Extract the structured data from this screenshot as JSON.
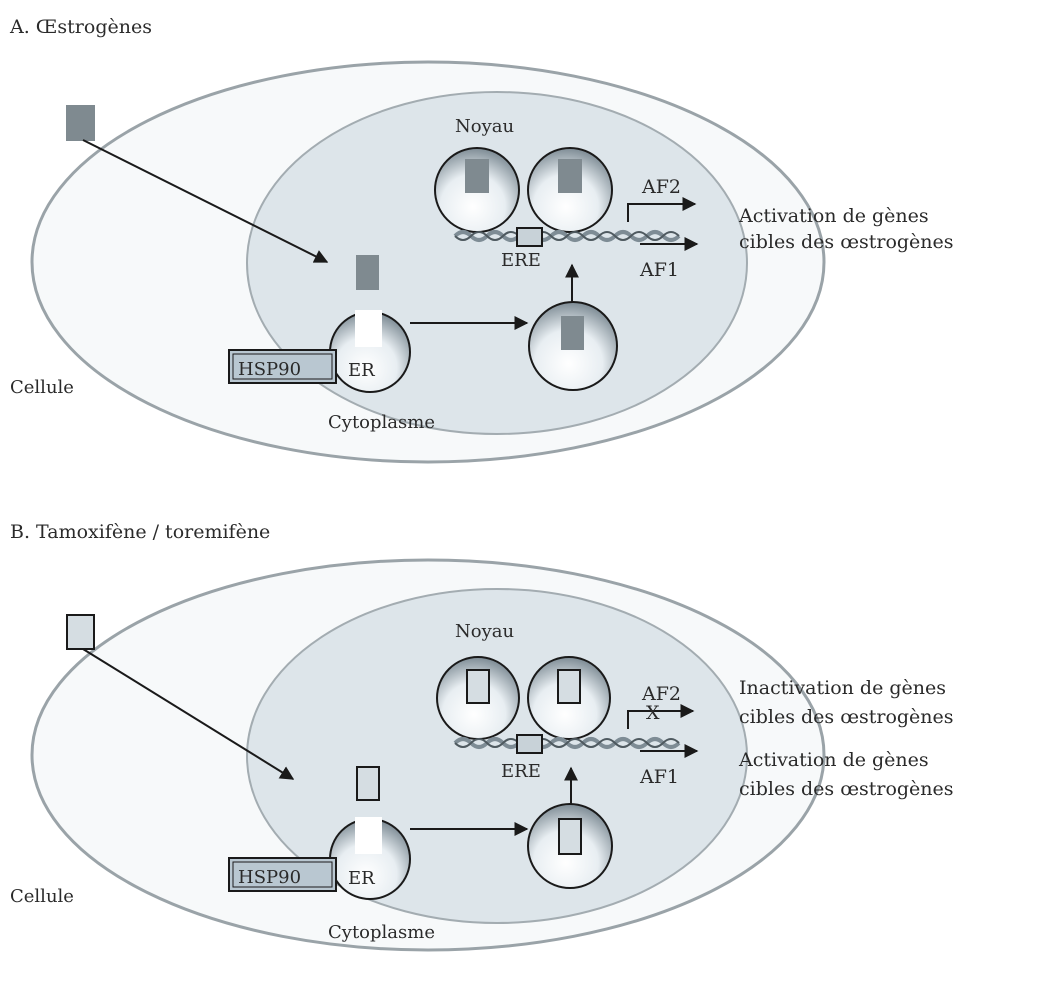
{
  "panels": [
    {
      "title": "A. Œstrogènes",
      "labels": {
        "nucleus": "Noyau",
        "cell": "Cellule",
        "cytoplasm": "Cytoplasme",
        "hsp90": "HSP90",
        "er": "ER",
        "ere": "ERE",
        "af2": "AF2",
        "af1": "AF1"
      },
      "outcomes": [
        {
          "line1": "Activation de gènes",
          "line2": "cibles des œstrogènes"
        }
      ],
      "ligand": "estrogen",
      "af2_blocked": false
    },
    {
      "title": "B. Tamoxifène / toremifène",
      "labels": {
        "nucleus": "Noyau",
        "cell": "Cellule",
        "cytoplasm": "Cytoplasme",
        "hsp90": "HSP90",
        "er": "ER",
        "ere": "ERE",
        "af2": "AF2",
        "af1": "AF1",
        "af2_block": "X"
      },
      "outcomes": [
        {
          "line1": "Inactivation de gènes",
          "line2": "cibles des œstrogènes"
        },
        {
          "line1": "Activation de gènes",
          "line2": "cibles des œstrogènes"
        }
      ],
      "ligand": "tamoxifen",
      "af2_blocked": true
    }
  ],
  "colors": {
    "cell_fill": "#f7f9fa",
    "nucleus_fill": "#dde5ea",
    "outline": "#9aa3a8",
    "ink": "#1a1a1a",
    "estrogen_fill": "#7f8a90",
    "tamoxifen_fill": "#d5dde2",
    "hsp90_fill": "#b9c7d1"
  }
}
